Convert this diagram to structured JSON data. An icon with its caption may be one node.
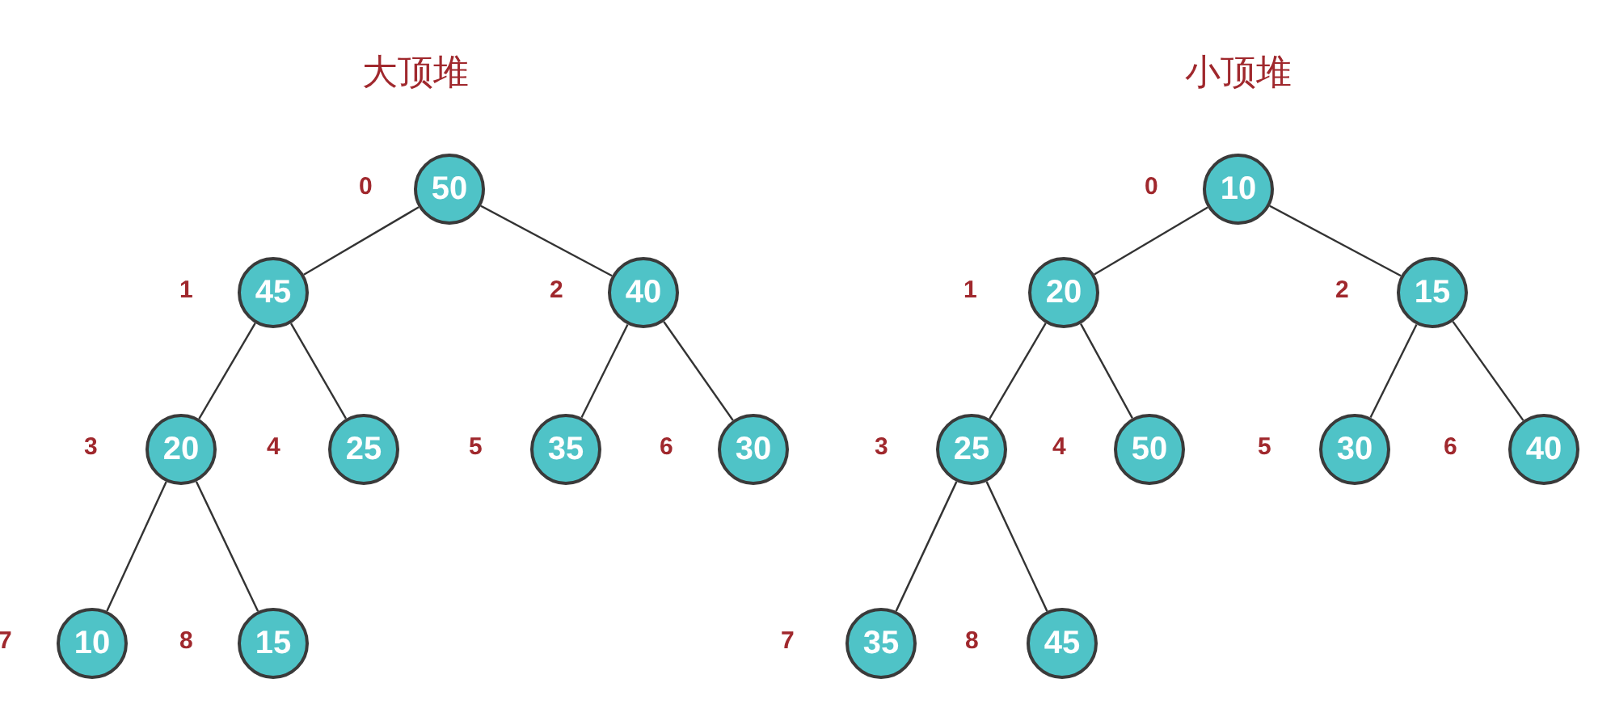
{
  "diagram": {
    "nodes": [
      {
        "text": [
          "50"
        ],
        "beside": [
          "0"
        ]
      },
      {
        "text": [
          "45"
        ],
        "beside": [
          "1"
        ]
      },
      {
        "text": [
          "40"
        ],
        "beside": [
          "2"
        ]
      },
      {
        "text": [
          "20"
        ],
        "beside": [
          "3"
        ]
      },
      {
        "text": [
          "25"
        ],
        "beside": [
          "4"
        ]
      },
      {
        "text": [
          "35"
        ],
        "beside": [
          "5"
        ]
      },
      {
        "text": [
          "30"
        ],
        "beside": [
          "6"
        ]
      },
      {
        "text": [
          "10"
        ],
        "beside": [
          "7"
        ]
      },
      {
        "text": [
          "15"
        ],
        "beside": [
          "8"
        ]
      },
      {
        "text": [
          "10"
        ],
        "beside": [
          "0"
        ]
      },
      {
        "text": [
          "20"
        ],
        "beside": [
          "1"
        ]
      },
      {
        "text": [
          "15"
        ],
        "beside": [
          "2"
        ]
      },
      {
        "text": [
          "25"
        ],
        "beside": [
          "3"
        ]
      },
      {
        "text": [
          "50"
        ],
        "beside": [
          "4"
        ]
      },
      {
        "text": [
          "30"
        ],
        "beside": [
          "5"
        ]
      },
      {
        "text": [
          "40"
        ],
        "beside": [
          "6"
        ]
      },
      {
        "text": [
          "35"
        ],
        "beside": [
          "7"
        ]
      },
      {
        "text": [
          "45"
        ],
        "beside": [
          "8"
        ]
      }
    ],
    "edges": [
      {
        "from": 0,
        "to": 1,
        "arrow": "none"
      },
      {
        "from": 0,
        "to": 2,
        "arrow": "none"
      },
      {
        "from": 1,
        "to": 3,
        "arrow": "none"
      },
      {
        "from": 1,
        "to": 4,
        "arrow": "none"
      },
      {
        "from": 2,
        "to": 5,
        "arrow": "none"
      },
      {
        "from": 2,
        "to": 6,
        "arrow": "none"
      },
      {
        "from": 3,
        "to": 7,
        "arrow": "none"
      },
      {
        "from": 3,
        "to": 8,
        "arrow": "none"
      },
      {
        "from": 9,
        "to": 10,
        "arrow": "none"
      },
      {
        "from": 9,
        "to": 11,
        "arrow": "none"
      },
      {
        "from": 10,
        "to": 12,
        "arrow": "none"
      },
      {
        "from": 10,
        "to": 13,
        "arrow": "none"
      },
      {
        "from": 11,
        "to": 14,
        "arrow": "none"
      },
      {
        "from": 11,
        "to": 15,
        "arrow": "none"
      },
      {
        "from": 12,
        "to": 16,
        "arrow": "none"
      },
      {
        "from": 12,
        "to": 17,
        "arrow": "none"
      }
    ],
    "labels": [
      "大顶堆",
      "小顶堆"
    ]
  }
}
